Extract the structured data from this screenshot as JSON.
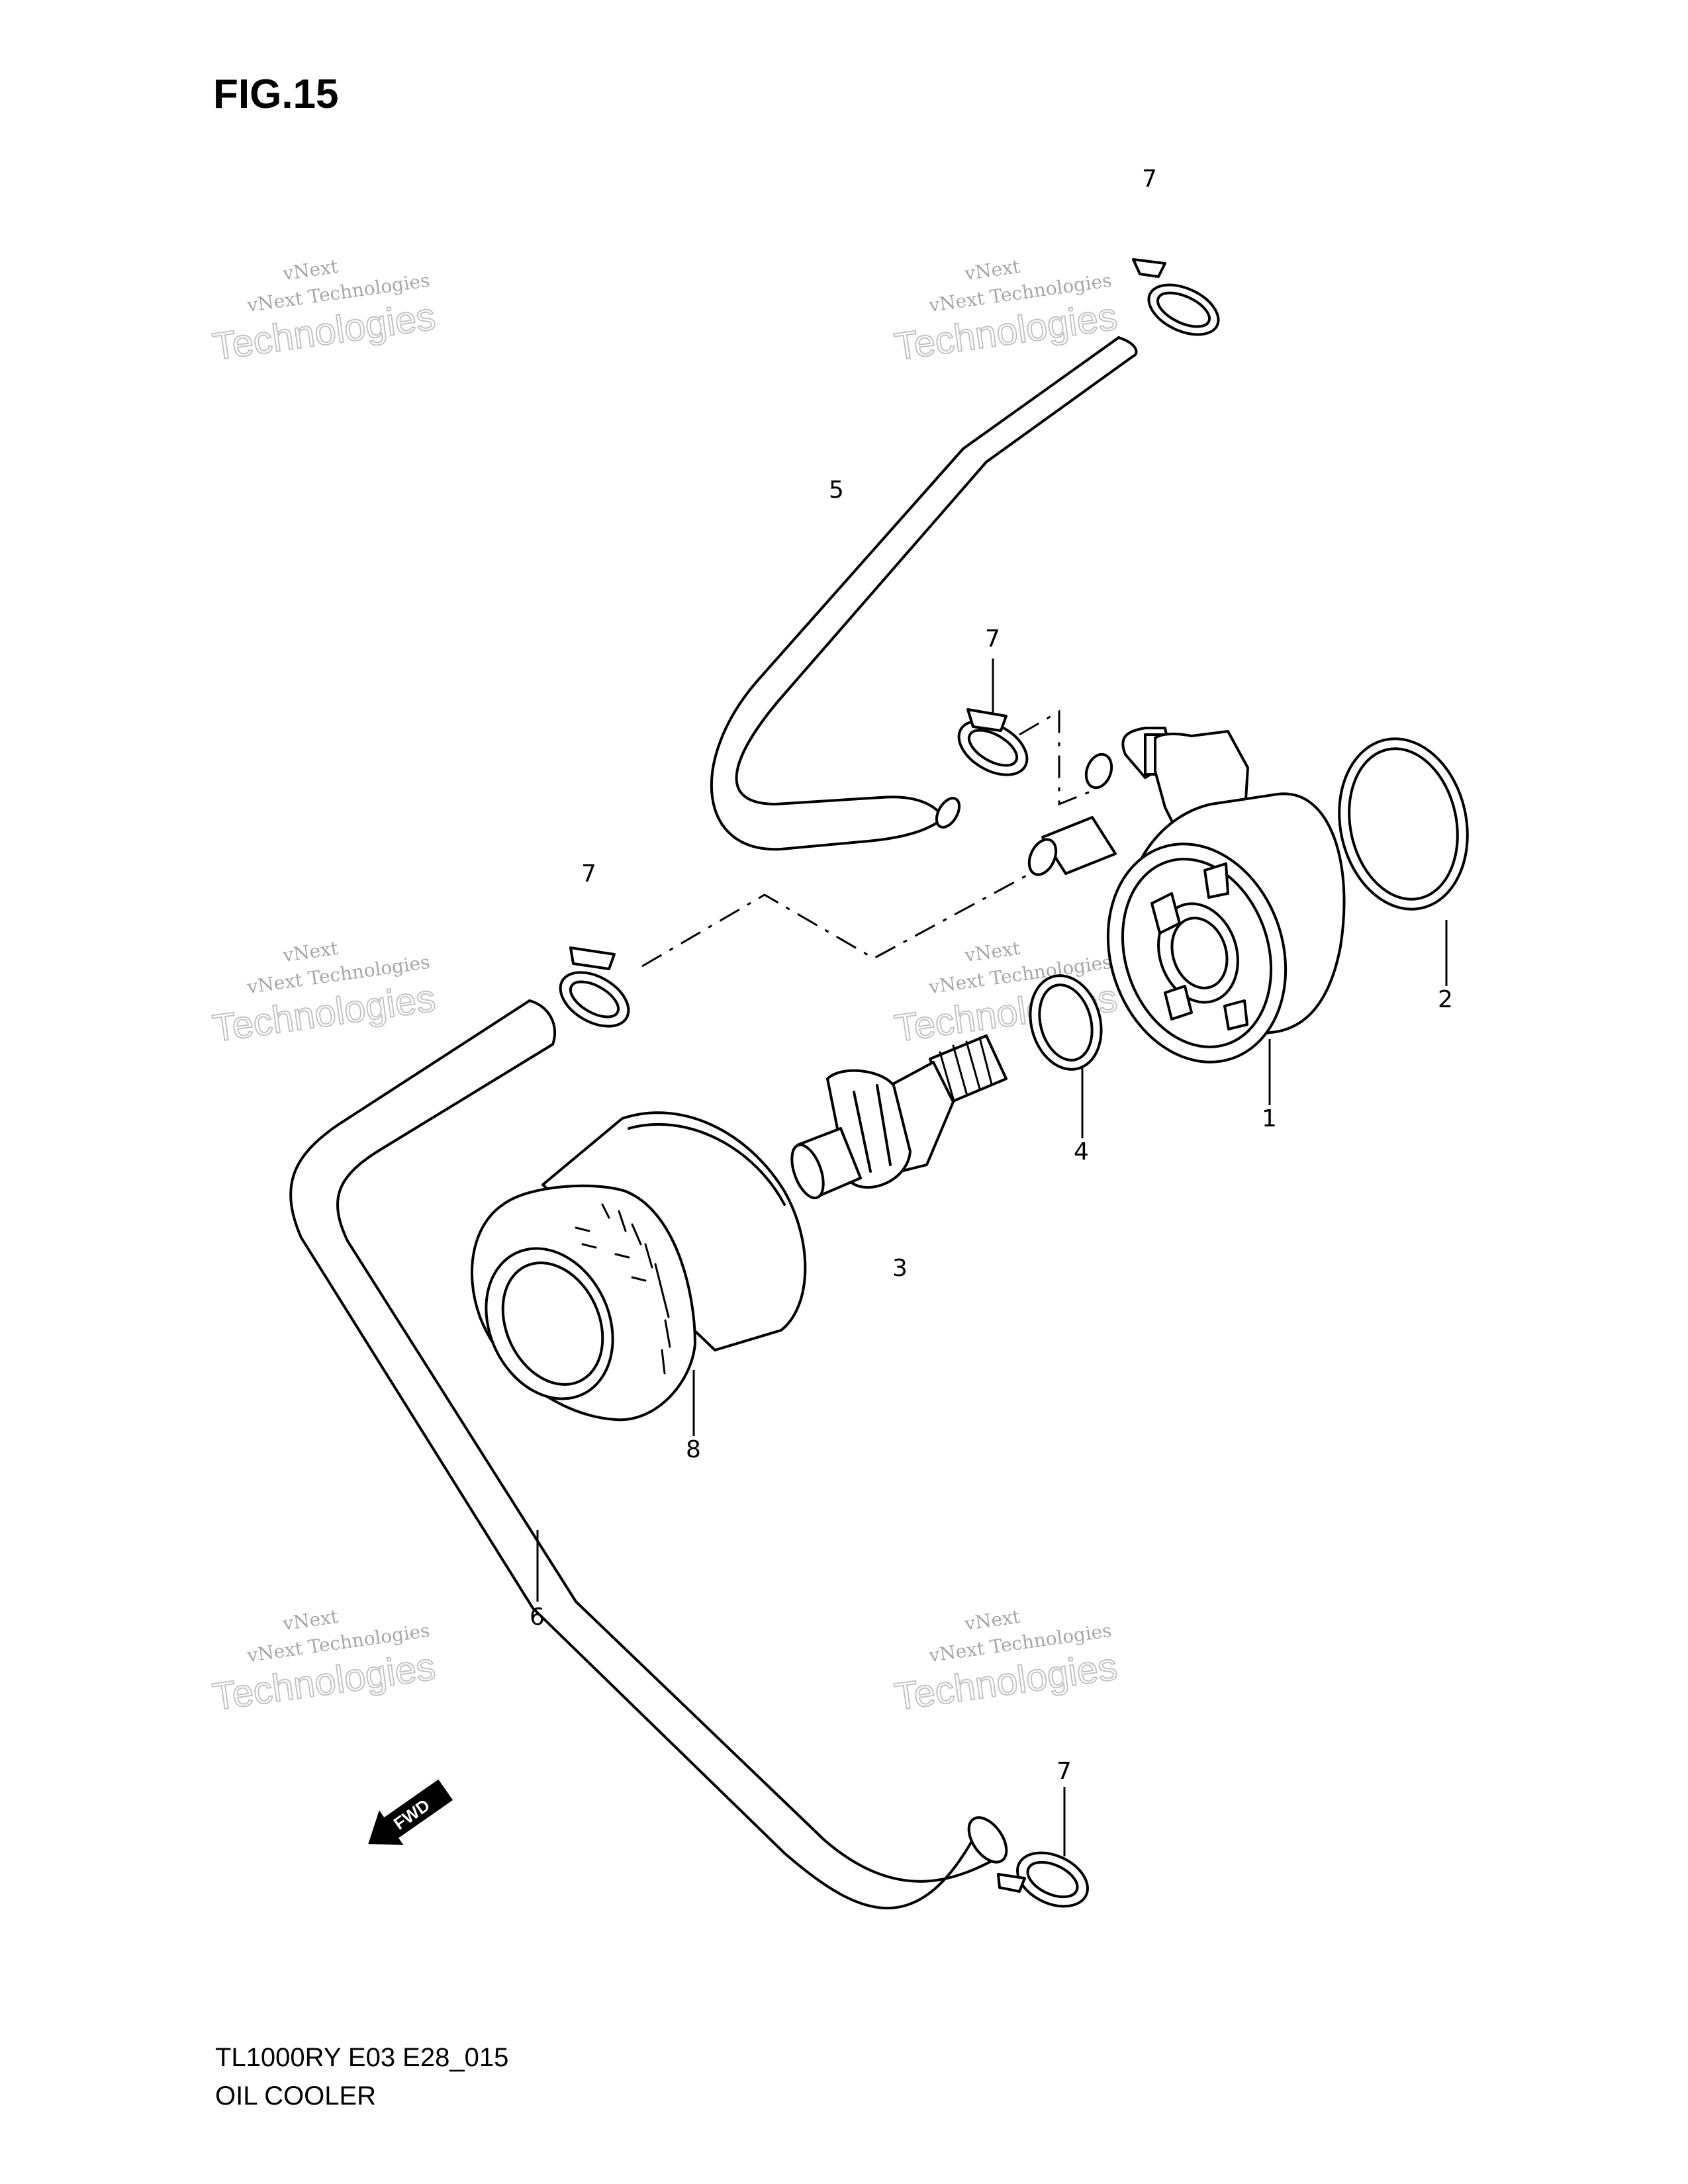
{
  "figure": {
    "title": "FIG.15"
  },
  "callouts": [
    {
      "id": "c7-top",
      "label": "7"
    },
    {
      "id": "c5",
      "label": "5"
    },
    {
      "id": "c7-mid",
      "label": "7"
    },
    {
      "id": "c7-left",
      "label": "7"
    },
    {
      "id": "c2",
      "label": "2"
    },
    {
      "id": "c1",
      "label": "1"
    },
    {
      "id": "c4",
      "label": "4"
    },
    {
      "id": "c3",
      "label": "3"
    },
    {
      "id": "c8",
      "label": "8"
    },
    {
      "id": "c6",
      "label": "6"
    },
    {
      "id": "c7-bottom",
      "label": "7"
    }
  ],
  "direction_marker": {
    "label": "FWD",
    "icon": "forward-arrow-icon"
  },
  "footer": {
    "model_code": "TL1000RY E03 E28_015",
    "section_name": "OIL COOLER"
  },
  "watermark": {
    "line1": "vNext",
    "line2": "vNext Technologies",
    "line3": "Technologies"
  }
}
